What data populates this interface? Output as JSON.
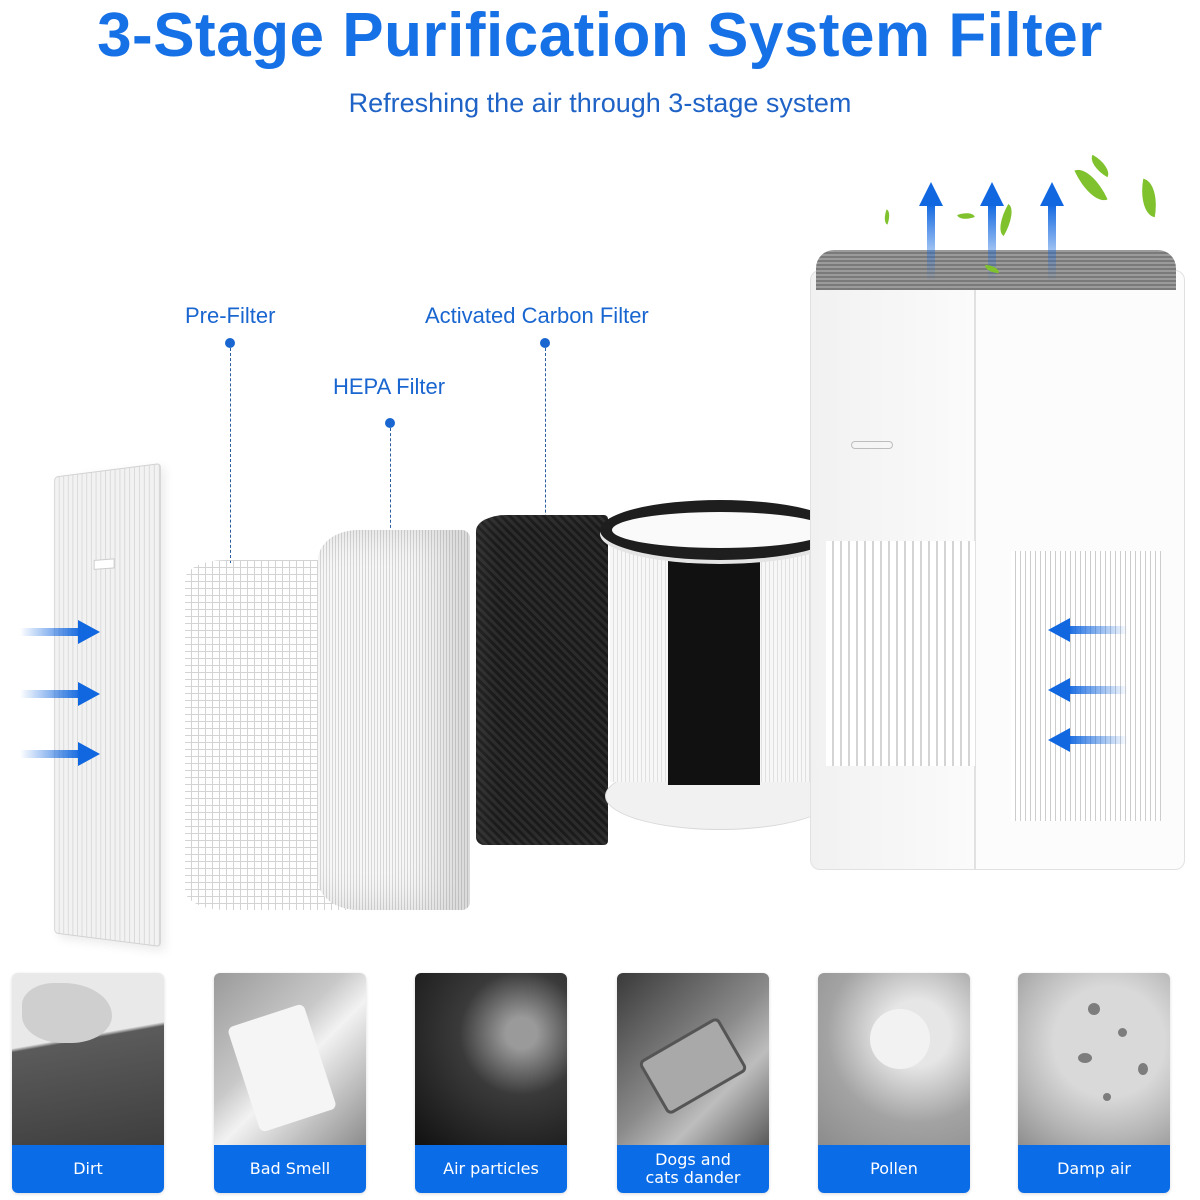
{
  "header": {
    "title": "3-Stage Purification System Filter",
    "subtitle": "Refreshing the air through 3-stage system"
  },
  "callouts": [
    {
      "label": "Pre-Filter"
    },
    {
      "label": "HEPA Filter"
    },
    {
      "label": "Activated Carbon Filter"
    }
  ],
  "diagram": {
    "components": [
      "front-grill-panel",
      "pre-filter-mesh",
      "hepa-filter",
      "activated-carbon-filter",
      "filter-cylinder",
      "air-purifier-unit"
    ],
    "airflow_in_left_arrows": 3,
    "airflow_in_right_arrows": 3,
    "airflow_out_up_arrows": 3,
    "colors": {
      "accent_blue": "#1670e6",
      "label_bar_blue": "#0b6ce8",
      "leaf_green": "#7fc22d"
    }
  },
  "features": [
    {
      "label": "Dirt",
      "icon": "dirt-image"
    },
    {
      "label": "Bad Smell",
      "icon": "bad-smell-image"
    },
    {
      "label": "Air particles",
      "icon": "air-particles-image"
    },
    {
      "label": "Dogs and\ncats dander",
      "icon": "pet-dander-image"
    },
    {
      "label": "Pollen",
      "icon": "pollen-image"
    },
    {
      "label": "Damp air",
      "icon": "damp-air-image"
    }
  ]
}
